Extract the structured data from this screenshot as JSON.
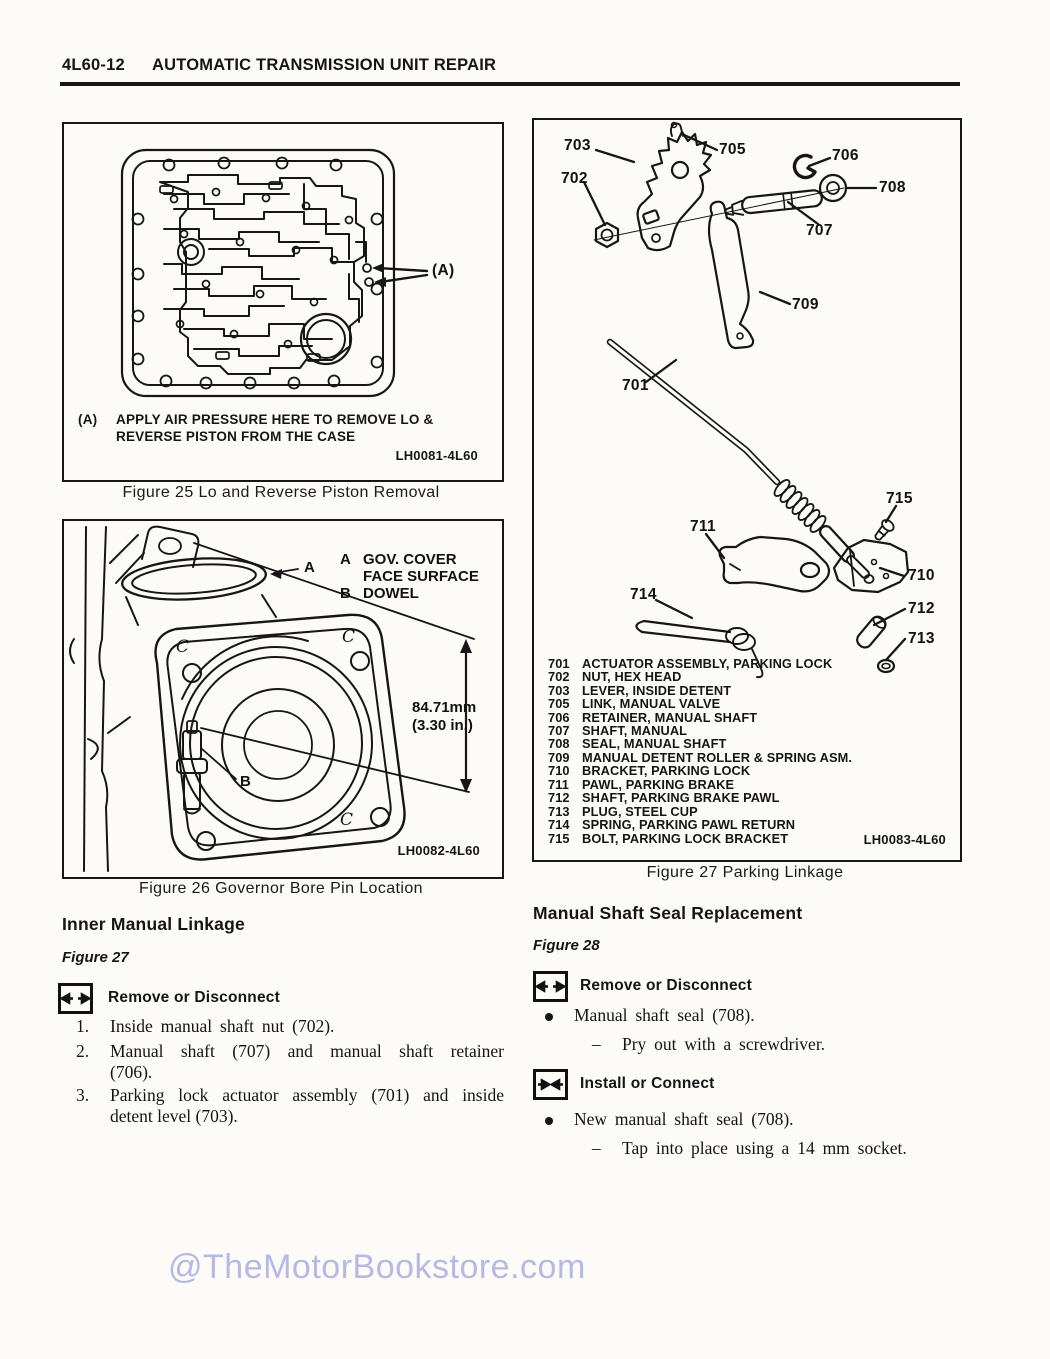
{
  "header": {
    "code": "4L60-12",
    "title": "AUTOMATIC TRANSMISSION UNIT REPAIR"
  },
  "watermark": {
    "text": "@TheMotorBookstore.com",
    "color": "#b6b9e6"
  },
  "colors": {
    "ink": "#151515",
    "paper": "#fcfbf8"
  },
  "icons": {
    "remove_disconnect": "arrows-outward-box",
    "install_connect": "arrows-inward-box"
  },
  "figures": {
    "fig25": {
      "callout_a": "(A)",
      "note_label": "(A)",
      "note_line1": "APPLY AIR PRESSURE HERE TO REMOVE LO &",
      "note_line2": "REVERSE PISTON FROM THE CASE",
      "ref": "LH0081-4L60",
      "caption": "Figure 25 Lo and Reverse Piston Removal"
    },
    "fig26": {
      "legend_a_key": "A",
      "legend_a_line1": "GOV. COVER",
      "legend_a_line2": "FACE SURFACE",
      "legend_b_key": "B",
      "legend_b_text": "DOWEL",
      "mark_a": "A",
      "mark_b": "B",
      "mark_c": "C",
      "dim_line1": "84.71mm",
      "dim_line2": "(3.30 in.)",
      "ref": "LH0082-4L60",
      "caption": "Figure 26 Governor Bore Pin Location"
    },
    "fig27": {
      "callouts": {
        "701": "701",
        "702": "702",
        "703": "703",
        "705": "705",
        "706": "706",
        "707": "707",
        "708": "708",
        "709": "709",
        "710": "710",
        "711": "711",
        "712": "712",
        "713": "713",
        "714": "714",
        "715": "715"
      },
      "parts": [
        {
          "num": "701",
          "name": "ACTUATOR ASSEMBLY, PARKING LOCK"
        },
        {
          "num": "702",
          "name": "NUT, HEX HEAD"
        },
        {
          "num": "703",
          "name": "LEVER, INSIDE DETENT"
        },
        {
          "num": "705",
          "name": "LINK, MANUAL VALVE"
        },
        {
          "num": "706",
          "name": "RETAINER, MANUAL SHAFT"
        },
        {
          "num": "707",
          "name": "SHAFT, MANUAL"
        },
        {
          "num": "708",
          "name": "SEAL, MANUAL SHAFT"
        },
        {
          "num": "709",
          "name": "MANUAL DETENT ROLLER & SPRING ASM."
        },
        {
          "num": "710",
          "name": "BRACKET, PARKING LOCK"
        },
        {
          "num": "711",
          "name": "PAWL, PARKING BRAKE"
        },
        {
          "num": "712",
          "name": "SHAFT, PARKING BRAKE PAWL"
        },
        {
          "num": "713",
          "name": "PLUG, STEEL CUP"
        },
        {
          "num": "714",
          "name": "SPRING, PARKING PAWL RETURN"
        },
        {
          "num": "715",
          "name": "BOLT, PARKING LOCK BRACKET"
        }
      ],
      "ref": "LH0083-4L60",
      "caption": "Figure 27 Parking Linkage"
    }
  },
  "left_section": {
    "heading": "Inner Manual Linkage",
    "figure_tag": "Figure 27",
    "step_header": "Remove or Disconnect",
    "steps": [
      {
        "num": "1.",
        "lines": [
          "Inside manual shaft nut (702)."
        ]
      },
      {
        "num": "2.",
        "lines": [
          "Manual shaft (707) and manual shaft retainer",
          "(706)."
        ]
      },
      {
        "num": "3.",
        "lines": [
          "Parking lock actuator assembly (701) and inside",
          "detent level (703)."
        ]
      }
    ]
  },
  "right_section": {
    "heading": "Manual Shaft Seal Replacement",
    "figure_tag": "Figure 28",
    "remove_header": "Remove or Disconnect",
    "remove_bullet": "Manual shaft seal (708).",
    "remove_sub_dash": "–",
    "remove_sub": "Pry out with a screwdriver.",
    "install_header": "Install or Connect",
    "install_bullet": "New manual shaft seal (708).",
    "install_sub_dash": "–",
    "install_sub": "Tap into place using a 14 mm socket."
  }
}
